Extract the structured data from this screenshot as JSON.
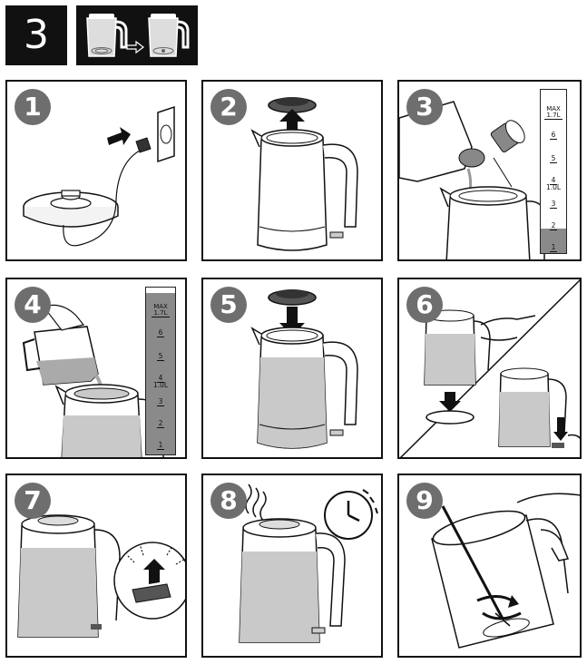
{
  "header": {
    "section_number": "3",
    "strip_icons": [
      "kettle-with-scale-icon",
      "arrow-right-icon",
      "kettle-clean-icon"
    ]
  },
  "steps": [
    {
      "number": "1",
      "icons": [
        "base-station-icon",
        "power-plug-icon",
        "wall-socket-icon"
      ]
    },
    {
      "number": "2",
      "icons": [
        "lid-icon",
        "arrow-up-icon",
        "kettle-icon"
      ]
    },
    {
      "number": "3",
      "icons": [
        "vinegar-bottle-icon",
        "kettle-icon",
        "water-level-scale-icon"
      ]
    },
    {
      "number": "4",
      "icons": [
        "pitcher-icon",
        "kettle-icon",
        "water-level-scale-icon"
      ]
    },
    {
      "number": "5",
      "icons": [
        "lid-icon",
        "arrow-down-icon",
        "kettle-icon"
      ]
    },
    {
      "number": "6",
      "icons": [
        "hand-icon",
        "kettle-icon",
        "arrow-down-icon",
        "switch-icon"
      ]
    },
    {
      "number": "7",
      "icons": [
        "kettle-icon",
        "switch-up-icon",
        "arrow-up-icon"
      ]
    },
    {
      "number": "8",
      "icons": [
        "steam-icon",
        "kettle-icon",
        "clock-icon"
      ]
    },
    {
      "number": "9",
      "icons": [
        "brush-icon",
        "kettle-icon",
        "rotate-arrow-icon",
        "hand-icon"
      ]
    }
  ],
  "scales": {
    "step3": {
      "top": "MAX",
      "top_sub": "1.7L",
      "marks": [
        "6",
        "5",
        "4",
        "1.0L",
        "3",
        "2",
        "1"
      ],
      "fill_fraction": 0.15
    },
    "step4": {
      "top": "MAX",
      "top_sub": "1.7L",
      "marks": [
        "6",
        "5",
        "4",
        "1.0L",
        "3",
        "2",
        "1"
      ],
      "fill_fraction": 0.97
    }
  },
  "colors": {
    "badge": "#6e6e6e",
    "water": "#c9c9c9",
    "outline": "#111111"
  }
}
